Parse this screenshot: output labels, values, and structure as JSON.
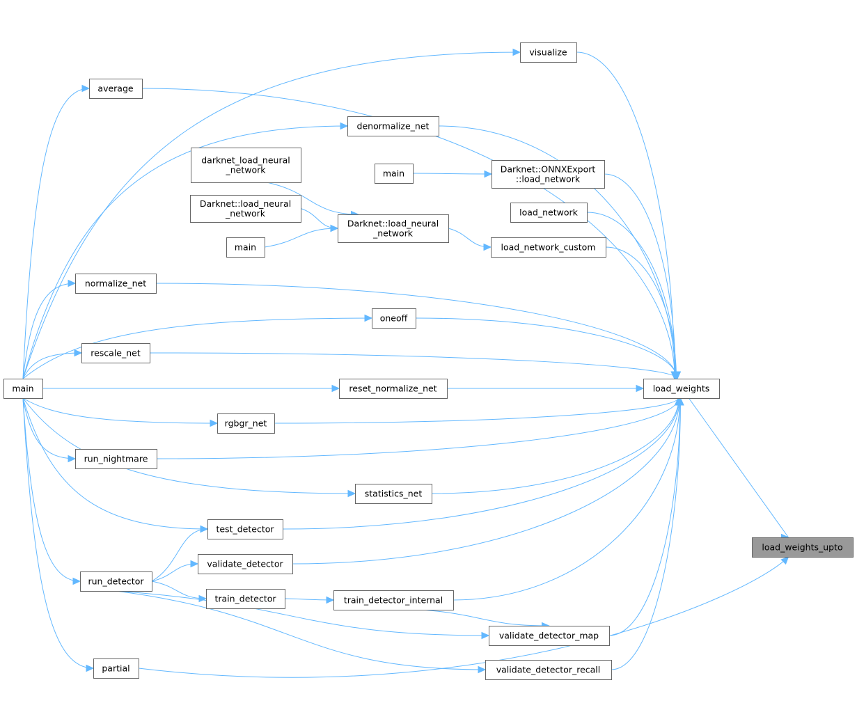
{
  "graph": {
    "nodes": [
      {
        "id": "main1",
        "lines": [
          "main"
        ]
      },
      {
        "id": "visualize",
        "lines": [
          "visualize"
        ]
      },
      {
        "id": "average",
        "lines": [
          "average"
        ]
      },
      {
        "id": "denormalize_net",
        "lines": [
          "denormalize_net"
        ]
      },
      {
        "id": "darknet_load_neural_network",
        "lines": [
          "darknet_load_neural",
          "_network"
        ]
      },
      {
        "id": "main2",
        "lines": [
          "main"
        ]
      },
      {
        "id": "onnx_load_network",
        "lines": [
          "Darknet::ONNXExport",
          "::load_network"
        ]
      },
      {
        "id": "dk_load_neural_left",
        "lines": [
          "Darknet::load_neural",
          "_network"
        ]
      },
      {
        "id": "dk_load_neural_mid",
        "lines": [
          "Darknet::load_neural",
          "_network"
        ]
      },
      {
        "id": "main3",
        "lines": [
          "main"
        ]
      },
      {
        "id": "load_network",
        "lines": [
          "load_network"
        ]
      },
      {
        "id": "load_network_custom",
        "lines": [
          "load_network_custom"
        ]
      },
      {
        "id": "normalize_net",
        "lines": [
          "normalize_net"
        ]
      },
      {
        "id": "oneoff",
        "lines": [
          "oneoff"
        ]
      },
      {
        "id": "rescale_net",
        "lines": [
          "rescale_net"
        ]
      },
      {
        "id": "reset_normalize_net",
        "lines": [
          "reset_normalize_net"
        ]
      },
      {
        "id": "load_weights",
        "lines": [
          "load_weights"
        ]
      },
      {
        "id": "rgbgr_net",
        "lines": [
          "rgbgr_net"
        ]
      },
      {
        "id": "run_nightmare",
        "lines": [
          "run_nightmare"
        ]
      },
      {
        "id": "statistics_net",
        "lines": [
          "statistics_net"
        ]
      },
      {
        "id": "test_detector",
        "lines": [
          "test_detector"
        ]
      },
      {
        "id": "load_weights_upto",
        "lines": [
          "load_weights_upto"
        ],
        "current": true
      },
      {
        "id": "validate_detector",
        "lines": [
          "validate_detector"
        ]
      },
      {
        "id": "run_detector",
        "lines": [
          "run_detector"
        ]
      },
      {
        "id": "train_detector",
        "lines": [
          "train_detector"
        ]
      },
      {
        "id": "train_detector_internal",
        "lines": [
          "train_detector_internal"
        ]
      },
      {
        "id": "validate_detector_map",
        "lines": [
          "validate_detector_map"
        ]
      },
      {
        "id": "partial",
        "lines": [
          "partial"
        ]
      },
      {
        "id": "validate_detector_recall",
        "lines": [
          "validate_detector_recall"
        ]
      }
    ],
    "edges": [
      [
        "main1",
        "visualize"
      ],
      [
        "main1",
        "average"
      ],
      [
        "main1",
        "denormalize_net"
      ],
      [
        "main1",
        "normalize_net"
      ],
      [
        "main1",
        "oneoff"
      ],
      [
        "main1",
        "rescale_net"
      ],
      [
        "main1",
        "reset_normalize_net"
      ],
      [
        "main1",
        "rgbgr_net"
      ],
      [
        "main1",
        "run_nightmare"
      ],
      [
        "main1",
        "statistics_net"
      ],
      [
        "main1",
        "test_detector"
      ],
      [
        "main1",
        "run_detector"
      ],
      [
        "main1",
        "partial"
      ],
      [
        "run_detector",
        "test_detector"
      ],
      [
        "run_detector",
        "validate_detector"
      ],
      [
        "run_detector",
        "train_detector"
      ],
      [
        "run_detector",
        "validate_detector_map"
      ],
      [
        "run_detector",
        "validate_detector_recall"
      ],
      [
        "train_detector",
        "train_detector_internal"
      ],
      [
        "train_detector_internal",
        "validate_detector_map"
      ],
      [
        "darknet_load_neural_network",
        "dk_load_neural_mid"
      ],
      [
        "dk_load_neural_left",
        "dk_load_neural_mid"
      ],
      [
        "main3",
        "dk_load_neural_mid"
      ],
      [
        "dk_load_neural_mid",
        "load_network_custom"
      ],
      [
        "main2",
        "onnx_load_network"
      ],
      [
        "visualize",
        "load_weights"
      ],
      [
        "average",
        "load_weights"
      ],
      [
        "denormalize_net",
        "load_weights"
      ],
      [
        "onnx_load_network",
        "load_weights"
      ],
      [
        "load_network",
        "load_weights"
      ],
      [
        "load_network_custom",
        "load_weights"
      ],
      [
        "normalize_net",
        "load_weights"
      ],
      [
        "oneoff",
        "load_weights"
      ],
      [
        "rescale_net",
        "load_weights"
      ],
      [
        "reset_normalize_net",
        "load_weights"
      ],
      [
        "rgbgr_net",
        "load_weights"
      ],
      [
        "run_nightmare",
        "load_weights"
      ],
      [
        "statistics_net",
        "load_weights"
      ],
      [
        "test_detector",
        "load_weights"
      ],
      [
        "validate_detector",
        "load_weights"
      ],
      [
        "train_detector_internal",
        "load_weights"
      ],
      [
        "validate_detector_map",
        "load_weights"
      ],
      [
        "validate_detector_recall",
        "load_weights"
      ],
      [
        "load_weights",
        "load_weights_upto"
      ],
      [
        "partial",
        "load_weights_upto"
      ]
    ]
  }
}
